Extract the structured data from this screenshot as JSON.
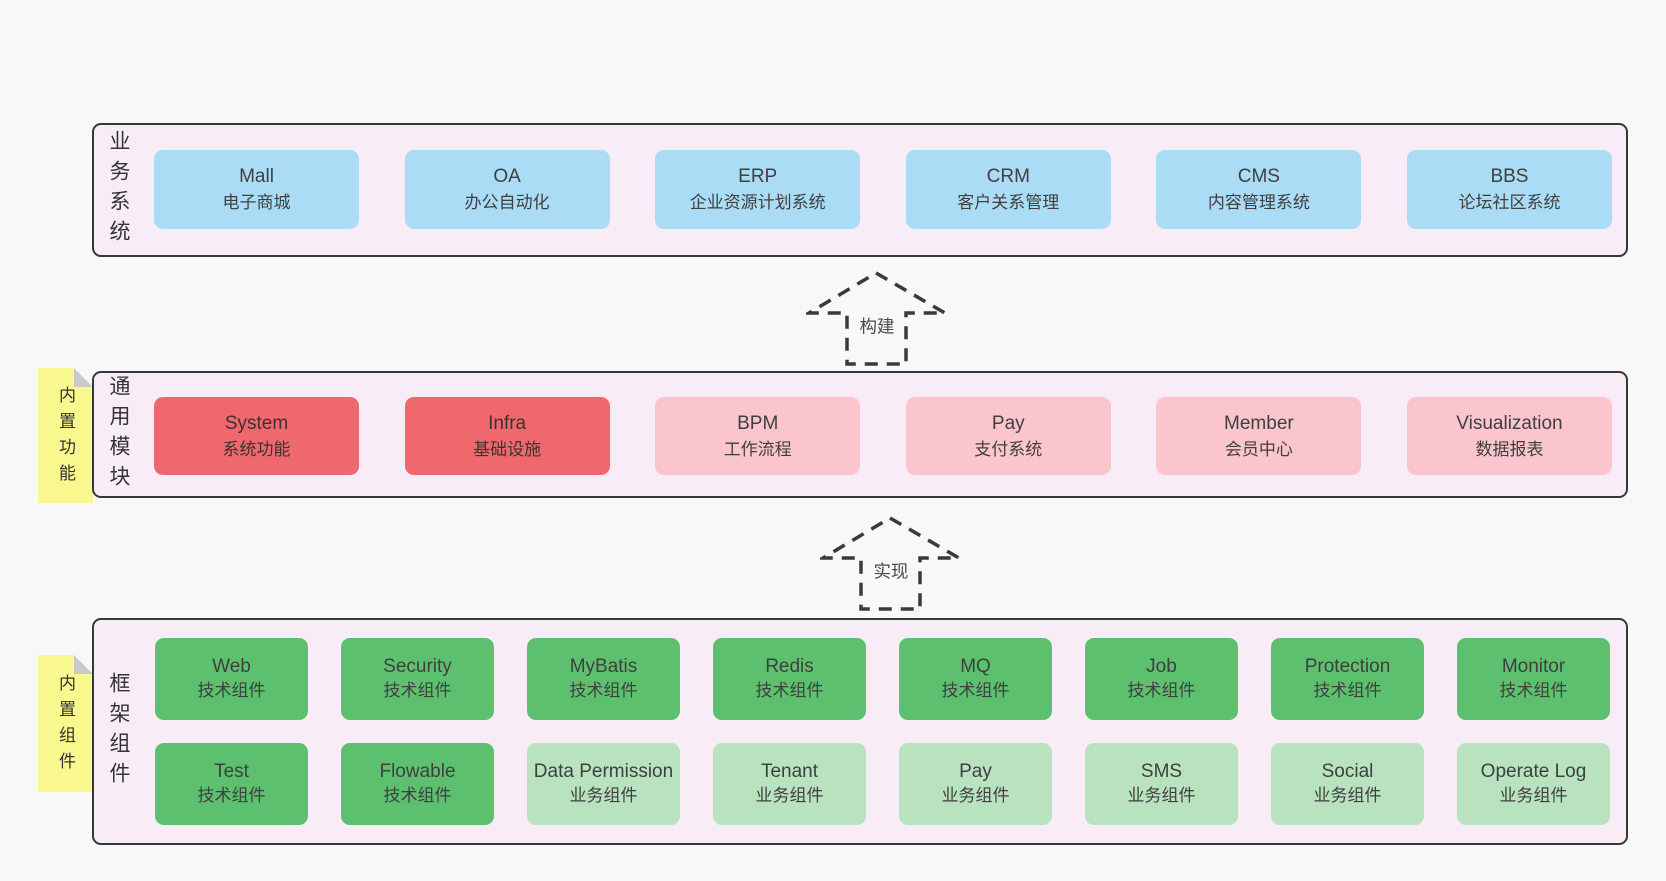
{
  "colors": {
    "page-bg": "#f8f8f8",
    "panel-bg": "#f8edf6",
    "panel-border": "#383838",
    "box-blue": "#aadcf6",
    "box-red": "#ef686d",
    "box-pink": "#fbc5ce",
    "box-green-dark": "#5dc06f",
    "box-green-light": "#b9e2bf",
    "sticky-yellow": "#f8f88e",
    "sticky-fold": "#c9c9c9",
    "text-dark": "#3f3f3f",
    "arrow-stroke": "#3a3a3a"
  },
  "arrows": {
    "build": "构建",
    "implement": "实现"
  },
  "business_band": {
    "label": "业务系统",
    "boxes": [
      {
        "title": "Mall",
        "subtitle": "电子商城"
      },
      {
        "title": "OA",
        "subtitle": "办公自动化"
      },
      {
        "title": "ERP",
        "subtitle": "企业资源计划系统"
      },
      {
        "title": "CRM",
        "subtitle": "客户关系管理"
      },
      {
        "title": "CMS",
        "subtitle": "内容管理系统"
      },
      {
        "title": "BBS",
        "subtitle": "论坛社区系统"
      }
    ]
  },
  "modules_band": {
    "label": "通用模块",
    "sticky": "内置功能",
    "boxes": [
      {
        "title": "System",
        "subtitle": "系统功能"
      },
      {
        "title": "Infra",
        "subtitle": "基础设施"
      },
      {
        "title": "BPM",
        "subtitle": "工作流程"
      },
      {
        "title": "Pay",
        "subtitle": "支付系统"
      },
      {
        "title": "Member",
        "subtitle": "会员中心"
      },
      {
        "title": "Visualization",
        "subtitle": "数据报表"
      }
    ]
  },
  "components_band": {
    "label": "框架组件",
    "sticky": "内置组件",
    "row1": [
      {
        "title": "Web",
        "subtitle": "技术组件"
      },
      {
        "title": "Security",
        "subtitle": "技术组件"
      },
      {
        "title": "MyBatis",
        "subtitle": "技术组件"
      },
      {
        "title": "Redis",
        "subtitle": "技术组件"
      },
      {
        "title": "MQ",
        "subtitle": "技术组件"
      },
      {
        "title": "Job",
        "subtitle": "技术组件"
      },
      {
        "title": "Protection",
        "subtitle": "技术组件"
      },
      {
        "title": "Monitor",
        "subtitle": "技术组件"
      }
    ],
    "row2": [
      {
        "title": "Test",
        "subtitle": "技术组件"
      },
      {
        "title": "Flowable",
        "subtitle": "技术组件"
      },
      {
        "title": "Data Permission",
        "subtitle": "业务组件"
      },
      {
        "title": "Tenant",
        "subtitle": "业务组件"
      },
      {
        "title": "Pay",
        "subtitle": "业务组件"
      },
      {
        "title": "SMS",
        "subtitle": "业务组件"
      },
      {
        "title": "Social",
        "subtitle": "业务组件"
      },
      {
        "title": "Operate Log",
        "subtitle": "业务组件"
      }
    ]
  }
}
